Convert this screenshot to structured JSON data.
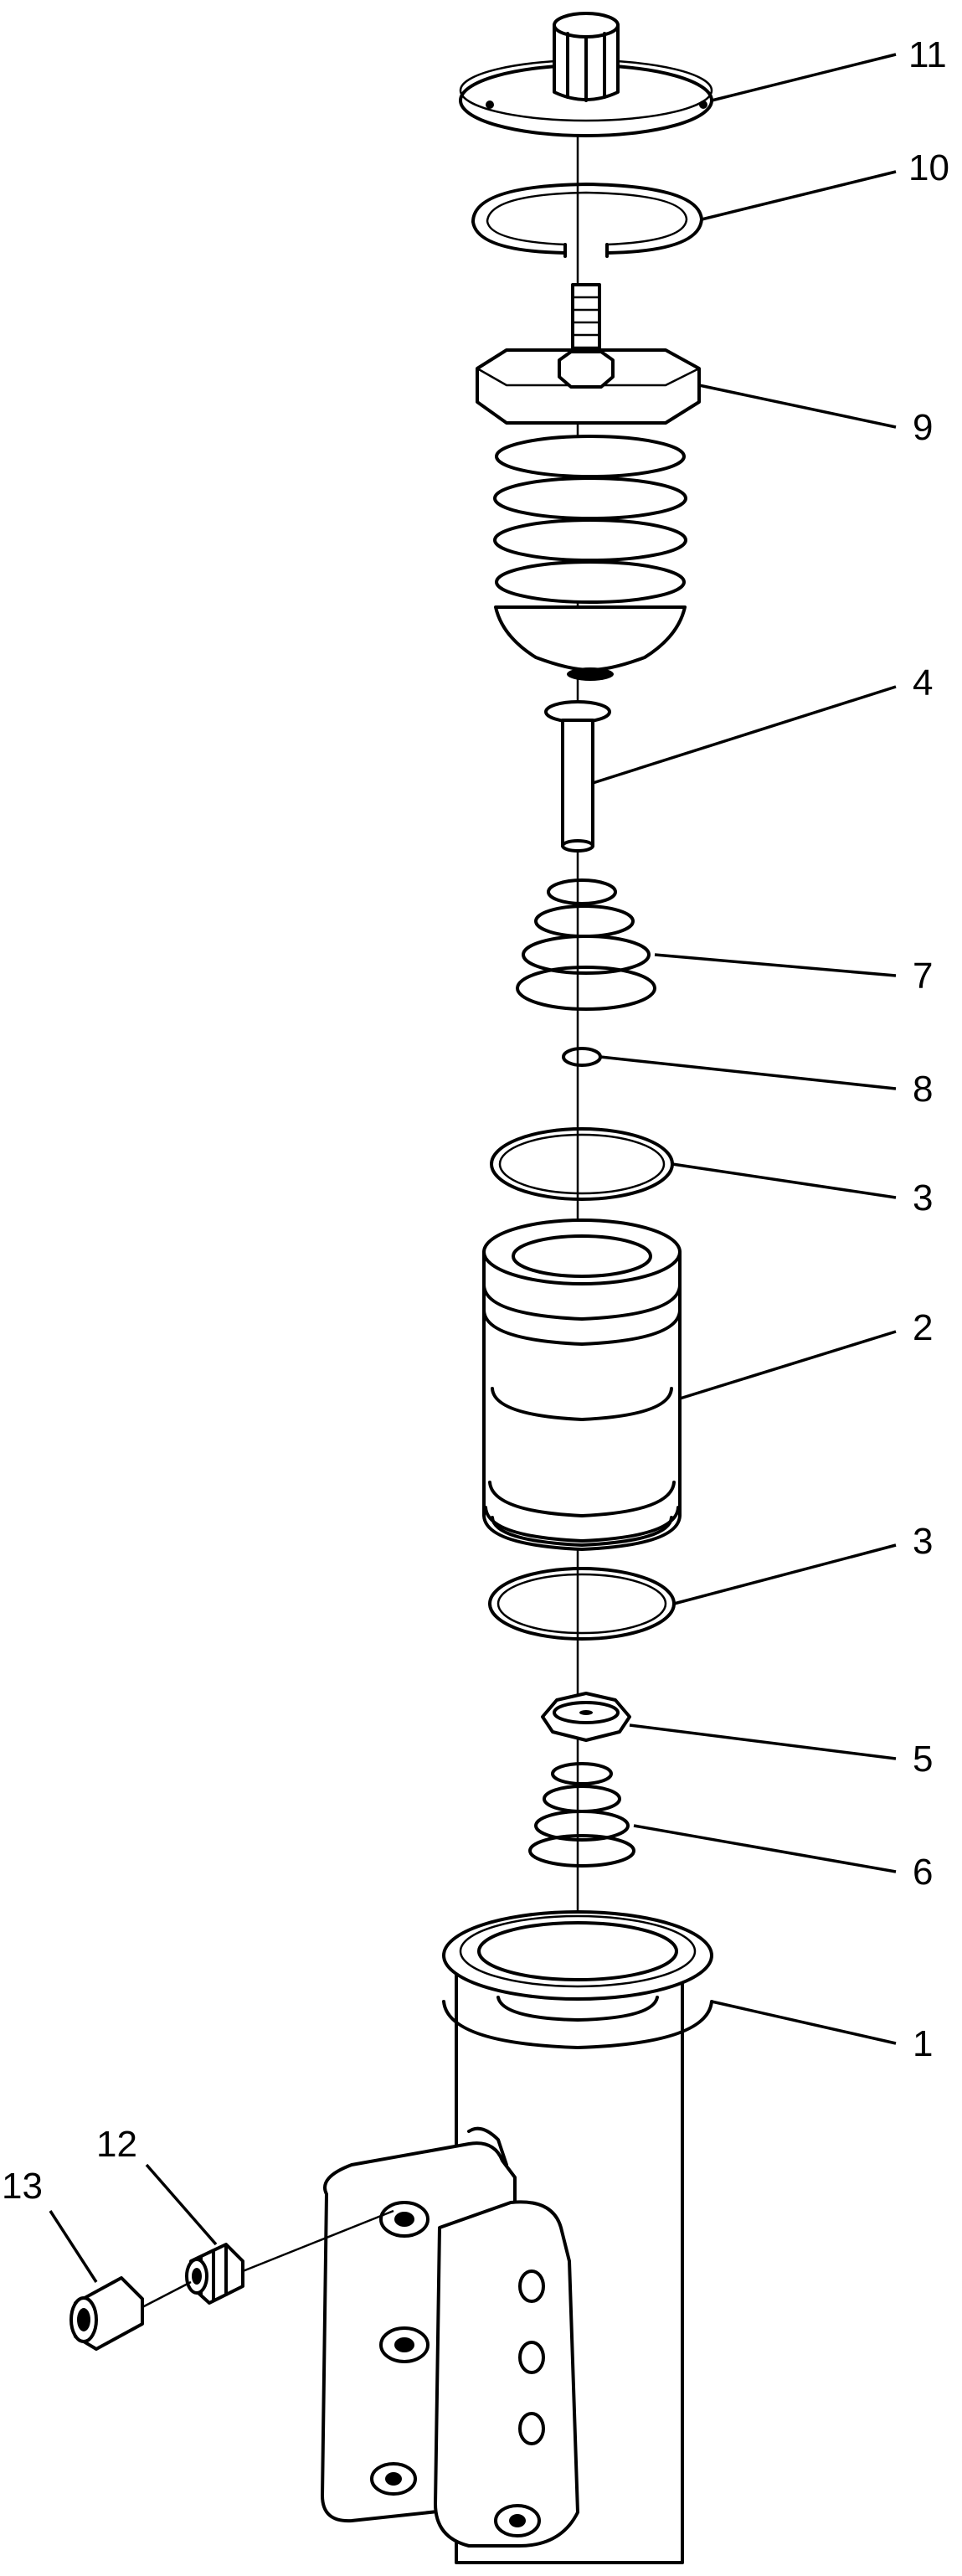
{
  "drawing": {
    "type": "exploded-parts-diagram",
    "part_numbers": [
      "11",
      "10",
      "9",
      "4",
      "7",
      "8",
      "3",
      "2",
      "3",
      "5",
      "6",
      "1",
      "12",
      "13"
    ]
  }
}
